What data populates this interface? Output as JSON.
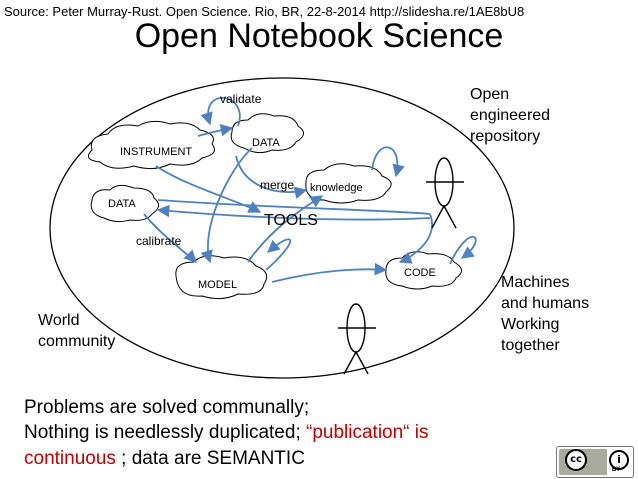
{
  "source": "Source: Peter Murray-Rust. Open Science. Rio, BR, 22-8-2014 http://slidesha.re/1AE8bU8",
  "title": "Open Notebook Science",
  "nodes": {
    "instrument": "INSTRUMENT",
    "data_top": "DATA",
    "data_left": "DATA",
    "knowledge": "knowledge",
    "model": "MODEL",
    "code": "CODE"
  },
  "labels": {
    "validate": "validate",
    "merge": "merge",
    "calibrate": "calibrate",
    "tools": "TOOLS"
  },
  "side": {
    "open_repo": [
      "Open",
      "engineered",
      "repository"
    ],
    "world": [
      "World",
      "community"
    ],
    "machines": [
      "Machines",
      "and humans",
      "Working",
      "together"
    ]
  },
  "bottom": {
    "line1": "Problems are solved communally;",
    "line2_a": "Nothing is needlessly duplicated; ",
    "line2_b": "“publication“ is",
    "line3_a": "continuous",
    "line3_b": " ; data are SEMANTIC"
  },
  "colors": {
    "arrow": "#4f81bd",
    "highlight": "#c00000"
  },
  "license_badge": {
    "cc_glyph": "cc",
    "by_glyph": "i",
    "by_text": "BY"
  }
}
